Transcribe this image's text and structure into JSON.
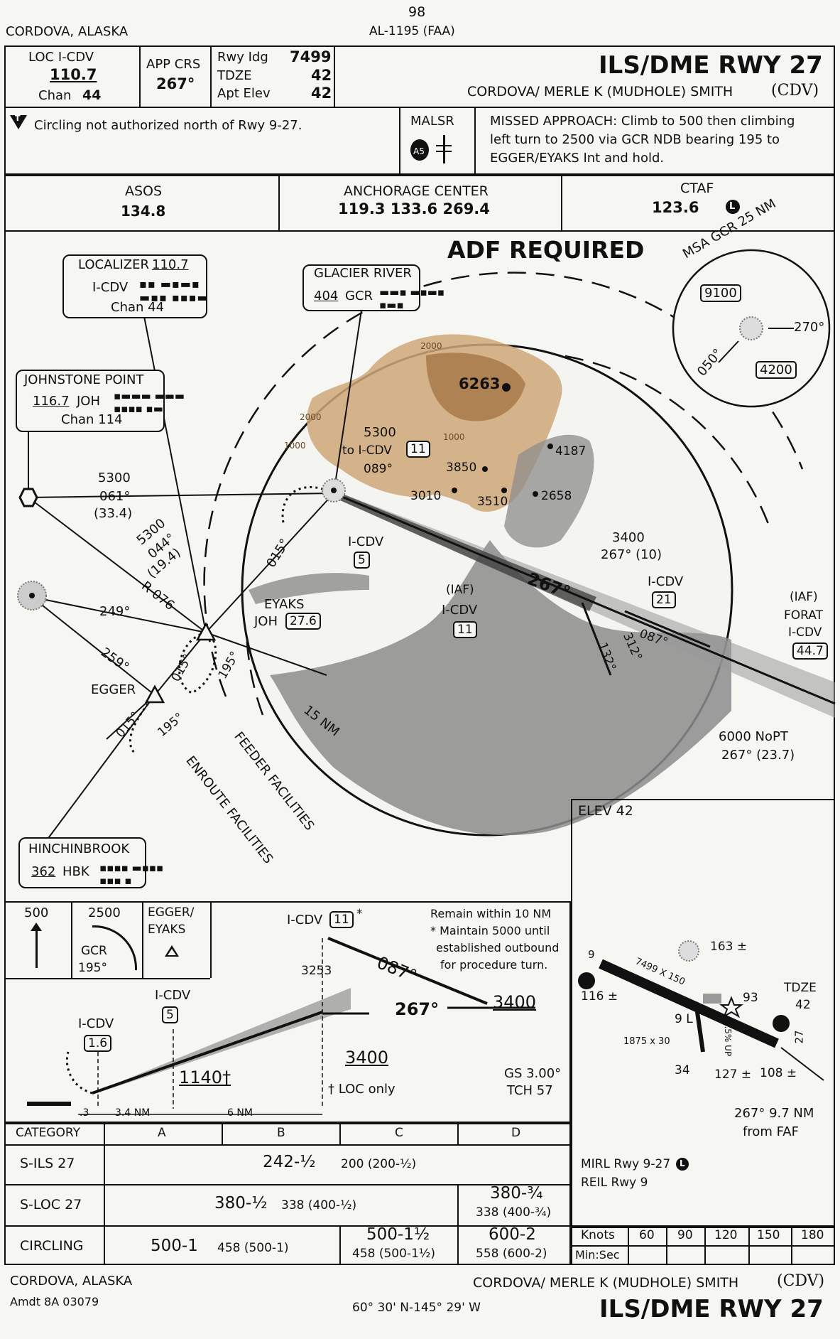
{
  "header": {
    "page_number": "98",
    "doc_id": "AL-1195 (FAA)",
    "city": "CORDOVA, ALASKA",
    "title": "ILS/DME RWY 27",
    "airport": "CORDOVA/ MERLE K (MUDHOLE) SMITH",
    "airport_id": "(CDV)"
  },
  "briefing": {
    "loc_label": "LOC  I-CDV",
    "loc_freq": "110.7",
    "chan_label": "Chan",
    "chan_value": "44",
    "app_crs_label": "APP CRS",
    "app_crs_value": "267°",
    "rwy_ldg_label": "Rwy Idg",
    "rwy_ldg_value": "7499",
    "tdze_label": "TDZE",
    "tdze_value": "42",
    "apt_elev_label": "Apt Elev",
    "apt_elev_value": "42",
    "t_symbol": "T",
    "circling_note": "Circling not authorized north of Rwy 9-27.",
    "malsr_label": "MALSR",
    "malsr_sub": "A5",
    "missed_approach_lines": [
      "MISSED APPROACH:  Climb to 500 then climbing",
      "left turn to 2500 via GCR NDB bearing 195  to",
      "EGGER/EYAKS Int and hold."
    ]
  },
  "comms": {
    "asos_label": "ASOS",
    "asos_value": "134.8",
    "center_label": "ANCHORAGE CENTER",
    "center_value": "119.3  133.6  269.4",
    "ctaf_label": "CTAF",
    "ctaf_value": "123.6",
    "ctaf_symbol": "L"
  },
  "plan": {
    "adf_required": "ADF REQUIRED",
    "msa_label": "MSA GCR 25 NM",
    "msa_alt_north": "9100",
    "msa_alt_south": "4200",
    "msa_bearing_270": "270°",
    "msa_bearing_050": "050°",
    "localizer": {
      "title": "LOCALIZER",
      "freq": "110.7",
      "ident": "I-CDV",
      "chan": "Chan 44"
    },
    "glacier": {
      "title": "GLACIER RIVER",
      "freq": "404",
      "ident": "GCR"
    },
    "johnstone": {
      "title": "JOHNSTONE POINT",
      "freq": "116.7",
      "ident": "JOH",
      "chan": "Chan 114"
    },
    "hinchinbrook": {
      "title": "HINCHINBROOK",
      "freq": "362",
      "ident": "HBK"
    },
    "elevations": [
      "6263",
      "4187",
      "3850",
      "3010",
      "3510",
      "2658"
    ],
    "contours": [
      "2000",
      "1000",
      "1000",
      "2000"
    ],
    "route_5300_061": [
      "5300",
      "061°",
      "(33.4)"
    ],
    "route_5300_044": [
      "5300",
      "044°",
      "(19.4)"
    ],
    "r076": "R-076",
    "c249": "249°",
    "c259": "259°",
    "egger": "EGGER",
    "c015a": "015°",
    "c195a": "195°",
    "c015b": "015°",
    "c195b": "195°",
    "c015c": "015°",
    "eyaks": [
      "EYAKS",
      "JOH",
      "27.6"
    ],
    "to_icdv": [
      "5300",
      "to I-CDV",
      "11",
      "089°"
    ],
    "icdv5": [
      "I-CDV",
      "5"
    ],
    "seg_3400": [
      "3400",
      "267° (10)"
    ],
    "c267": "267°",
    "iaf_inner": [
      "(IAF)",
      "I-CDV",
      "11"
    ],
    "icdv21": [
      "I-CDV",
      "21"
    ],
    "c087": "087°",
    "c132": "132°",
    "c312": "312°",
    "forat": [
      "(IAF)",
      "FORAT",
      "I-CDV",
      "44.7"
    ],
    "nopt": [
      "6000 NoPT",
      "267° (23.7)"
    ],
    "nm15": "15 NM",
    "feeder": "FEEDER FACILITIES",
    "enroute": "ENROUTE FACILITIES"
  },
  "profile": {
    "ma_500": "500",
    "ma_2500": "2500",
    "ma_gcr": "GCR",
    "ma_195": "195°",
    "ma_egger": [
      "EGGER/",
      "EYAKS"
    ],
    "remain_lines": [
      "Remain within 10 NM",
      "* Maintain 5000 until",
      "established outbound",
      "for procedure turn."
    ],
    "icdv11": [
      "I-CDV",
      "11",
      "*"
    ],
    "c087": "087°",
    "h3253": "3253",
    "c267": "267°",
    "a3400a": "3400",
    "a3400b": "3400",
    "icdv5": [
      "I-CDV",
      "5"
    ],
    "icdv16": [
      "I-CDV",
      "1.6"
    ],
    "a1140": "1140†",
    "loc_only": "† LOC only",
    "gs": "GS 3.00°",
    "tch": "TCH 57",
    "d03": ".3",
    "d34": "3.4 NM",
    "d6": "6 NM"
  },
  "airport_diagram": {
    "elev": "ELEV 42",
    "obs163": "163 ±",
    "obs116": "116 ±",
    "obs93": "93",
    "rwy_dims": "7499 X 150",
    "rwy9": "9",
    "rwy27": "27",
    "tdze": [
      "TDZE",
      "42"
    ],
    "nine_l": "9 L",
    "dims_1875": "1875 x 30",
    "up": "0.5% UP",
    "obs34": "34",
    "obs127": "127 ±",
    "obs108": "108 ±",
    "from_faf": [
      "267° 9.7 NM",
      "from FAF"
    ],
    "mirl": "MIRL Rwy 9-27",
    "reil": "REIL Rwy 9",
    "l_symbol": "L"
  },
  "minima": {
    "header": [
      "CATEGORY",
      "A",
      "B",
      "C",
      "D"
    ],
    "sils_label": "S-ILS 27",
    "sils_main": "242-½",
    "sils_hat": "200 (200-½)",
    "sloc_label": "S-LOC 27",
    "sloc_ab_main": "380-½",
    "sloc_ab_hat": "338 (400-½)",
    "sloc_d_main": "380-¾",
    "sloc_d_hat": "338 (400-¾)",
    "circ_label": "CIRCLING",
    "circ_ab_main": "500-1",
    "circ_ab_hat": "458 (500-1)",
    "circ_c_main": "500-1½",
    "circ_c_hat": "458 (500-1½)",
    "circ_d_main": "600-2",
    "circ_d_hat": "558 (600-2)"
  },
  "timing": {
    "knots_label": "Knots",
    "speeds": [
      "60",
      "90",
      "120",
      "150",
      "180"
    ],
    "minsec_label": "Min:Sec"
  },
  "footer": {
    "city": "CORDOVA, ALASKA",
    "amendment": "Amdt 8A  03079",
    "airport": "CORDOVA/ MERLE K (MUDHOLE) SMITH",
    "airport_id": "(CDV)",
    "coords": "60° 30' N-145° 29' W",
    "title": "ILS/DME RWY 27"
  }
}
